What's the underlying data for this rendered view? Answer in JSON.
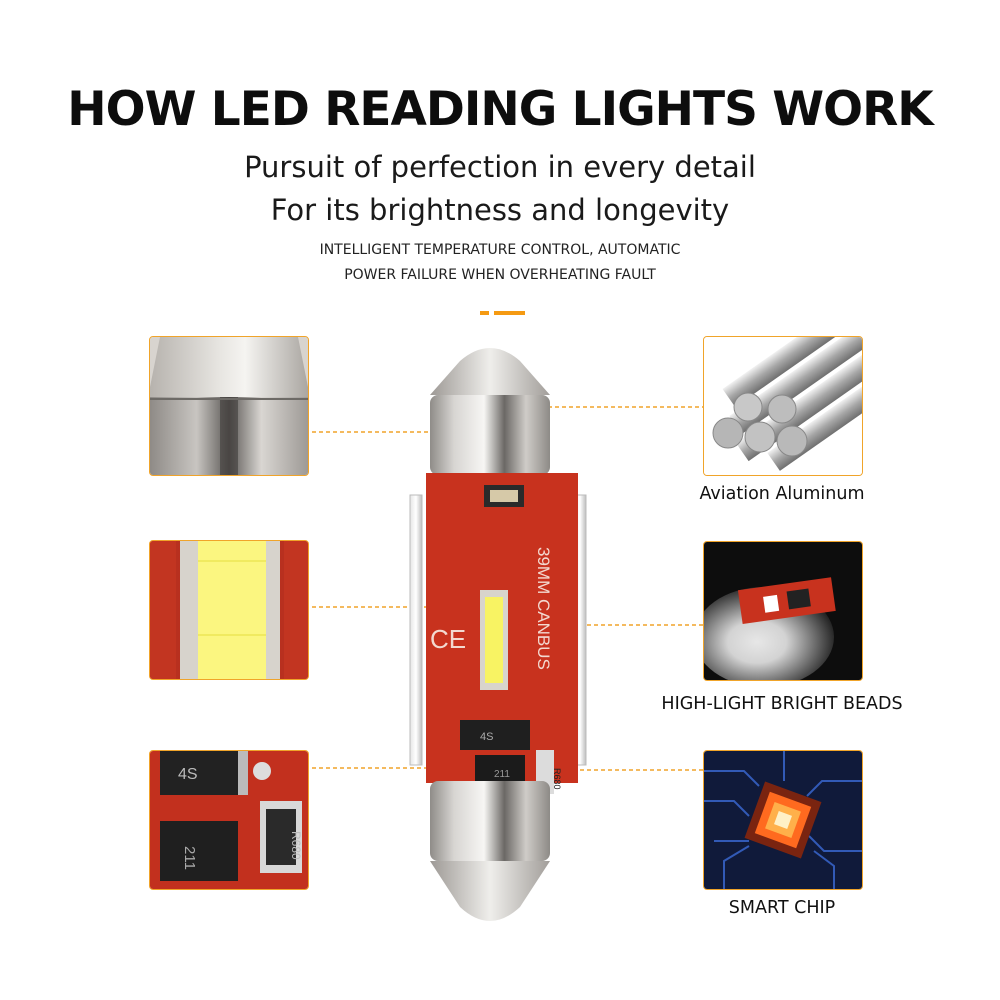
{
  "header": {
    "title": "HOW LED READING LIGHTS WORK",
    "subtitle_line1": "Pursuit of perfection in every detail",
    "subtitle_line2": "For its brightness and longevity",
    "note_line1": "INTELLIGENT TEMPERATURE CONTROL, AUTOMATIC",
    "note_line2": "POWER FAILURE WHEN OVERHEATING FAULT"
  },
  "features": [
    {
      "label": "Aviation Aluminum"
    },
    {
      "label": "HIGH-LIGHT BRIGHT BEADS"
    },
    {
      "label": "SMART CHIP"
    }
  ],
  "bulb_markings": {
    "model": "39MM CANBUS",
    "ce": "CE",
    "chip_code": "4S",
    "chip_code2": "211",
    "resistor": "R680"
  },
  "colors": {
    "accent": "#f59a12",
    "board": "#c8321e",
    "aluminum": "#c9c9c9"
  }
}
